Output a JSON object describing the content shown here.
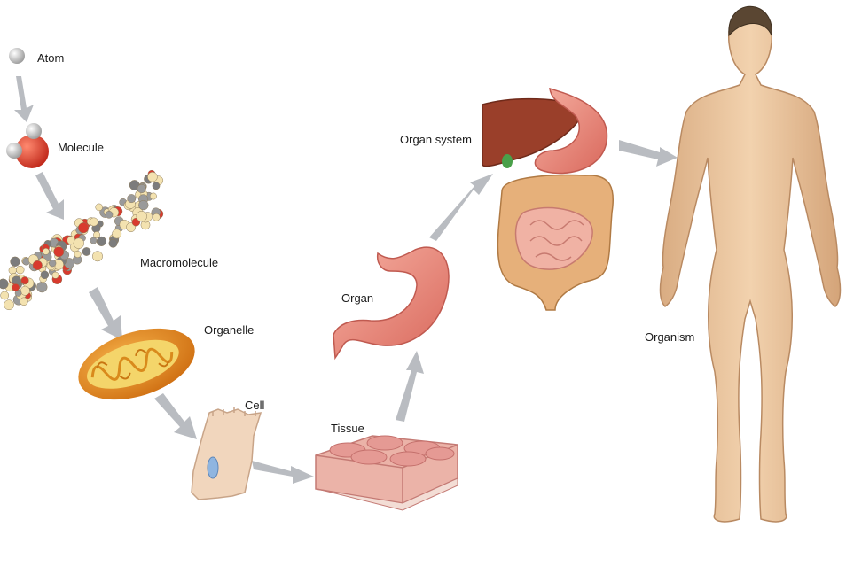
{
  "diagram": {
    "stages": [
      {
        "id": "atom",
        "label": "Atom"
      },
      {
        "id": "molecule",
        "label": "Molecule"
      },
      {
        "id": "macromolecule",
        "label": "Macromolecule"
      },
      {
        "id": "organelle",
        "label": "Organelle"
      },
      {
        "id": "cell",
        "label": "Cell"
      },
      {
        "id": "tissue",
        "label": "Tissue"
      },
      {
        "id": "organ",
        "label": "Organ"
      },
      {
        "id": "organ_system",
        "label": "Organ system"
      },
      {
        "id": "organism",
        "label": "Organism"
      }
    ],
    "colors": {
      "arrow": "#b9bcc1",
      "oxygen": "#e0412f",
      "hydrogen": "#d4d4d4",
      "mitochondrion": "#e8902a",
      "tissue": "#e9a4a0",
      "stomach": "#ee8f84",
      "liver": "#9a3f2a",
      "skin": "#edc9a2"
    }
  }
}
